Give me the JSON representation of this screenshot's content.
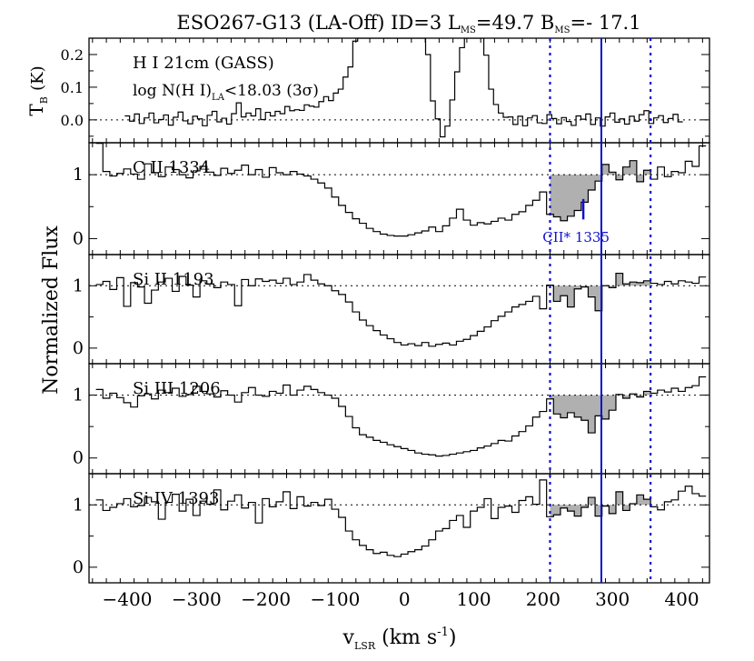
{
  "chart_data": {
    "type": "line",
    "title": {
      "main": "ESO267-G13 (LA-Off) ID=3 L",
      "lsub": "MS",
      "mid": "=49.7 B",
      "bsub": "MS",
      "end": "=- 17.1"
    },
    "xlabel": {
      "main": "v",
      "sub": "LSR",
      "unit": "(km s",
      "exp": "-1",
      "close": ")"
    },
    "ylabel_hi": {
      "main": "T",
      "sub": "B",
      "unit": "(K)"
    },
    "ylabel_flux": "Normalized Flux",
    "xlim": [
      -455,
      440
    ],
    "xticks": [
      -400,
      -300,
      -200,
      -100,
      0,
      100,
      200,
      300,
      400
    ],
    "xtick_labels": [
      "−400",
      "−300",
      "−200",
      "−100",
      "0",
      "100",
      "200",
      "300",
      "400"
    ],
    "integration_range": [
      210,
      355
    ],
    "component_velocity": 284,
    "panels": [
      {
        "id": "hi",
        "label_lines": [
          "H I 21cm (GASS)"
        ],
        "limit_text": {
          "pre": "log N(H I)",
          "sub": "LA",
          "post": "<18.03 (3σ)"
        },
        "ylim": [
          -0.07,
          0.25
        ],
        "yticks": [
          0.0,
          0.1,
          0.2
        ],
        "ytick_labels": [
          "0.0",
          "0.1",
          "0.2"
        ],
        "continuum": 0.0,
        "x": [
          -400,
          -393,
          -386,
          -379,
          -372,
          -365,
          -358,
          -351,
          -344,
          -337,
          -330,
          -323,
          -316,
          -309,
          -302,
          -295,
          -288,
          -281,
          -274,
          -267,
          -260,
          -253,
          -246,
          -239,
          -232,
          -225,
          -218,
          -211,
          -204,
          -197,
          -190,
          -183,
          -176,
          -169,
          -162,
          -155,
          -148,
          -141,
          -134,
          -127,
          -120,
          -113,
          -106,
          -99,
          -92,
          -85,
          -78,
          -71,
          -64,
          -57,
          -50,
          -43,
          -36,
          -29,
          -22,
          -15,
          -8,
          -1,
          6,
          13,
          20,
          27,
          34,
          41,
          48,
          55,
          62,
          69,
          76,
          83,
          90,
          97,
          104,
          111,
          118,
          125,
          132,
          139,
          146,
          153,
          160,
          167,
          174,
          181,
          188,
          195,
          202,
          209,
          216,
          223,
          230,
          237,
          244,
          251,
          258,
          265,
          272,
          279,
          286,
          293,
          300,
          307,
          314,
          321,
          328,
          335,
          342,
          349,
          356,
          363,
          370,
          377,
          384,
          391,
          398
        ],
        "y": [
          0.012,
          -0.004,
          0.018,
          -0.011,
          0.006,
          0.021,
          -0.009,
          0.001,
          0.015,
          -0.016,
          0.008,
          0.024,
          -0.003,
          -0.012,
          0.011,
          0.003,
          -0.018,
          0.014,
          0.026,
          -0.006,
          0.005,
          -0.013,
          0.019,
          0.052,
          0.009,
          0.021,
          0.012,
          0.034,
          0.001,
          0.023,
          0.012,
          0.026,
          0.019,
          0.041,
          0.028,
          0.031,
          0.029,
          0.046,
          0.042,
          0.039,
          0.056,
          0.071,
          0.059,
          0.082,
          0.094,
          0.131,
          0.162,
          0.241,
          0.31,
          0.34,
          0.34,
          0.34,
          0.34,
          0.34,
          0.34,
          0.34,
          0.34,
          0.34,
          0.34,
          0.34,
          0.34,
          0.34,
          0.2,
          0.058,
          0.003,
          -0.052,
          -0.019,
          0.061,
          0.147,
          0.221,
          0.25,
          0.26,
          0.27,
          0.255,
          0.198,
          0.094,
          0.047,
          0.021,
          0.008,
          0.009,
          -0.014,
          0.011,
          -0.018,
          0.006,
          0.013,
          -0.009,
          -0.011,
          0.016,
          0.004,
          -0.012,
          0.007,
          -0.005,
          -0.017,
          0.012,
          0.002,
          0.018,
          -0.014,
          0.006,
          -0.019,
          0.009,
          0.021,
          -0.007,
          0.003,
          -0.013,
          0.011,
          -0.004,
          0.016,
          0.028,
          -0.011,
          0.006,
          0.013,
          -0.008,
          0.004,
          0.017,
          -0.006,
          0.003
        ],
        "shaded": false
      },
      {
        "id": "cii",
        "label_lines": [
          "C II 1334"
        ],
        "ylim": [
          -0.25,
          1.5
        ],
        "yticks": [
          0,
          1
        ],
        "ytick_labels": [
          "0",
          "1"
        ],
        "continuum": 1.0,
        "x": [
          -440,
          -430,
          -420,
          -410,
          -400,
          -390,
          -380,
          -370,
          -360,
          -350,
          -340,
          -330,
          -320,
          -310,
          -300,
          -290,
          -280,
          -270,
          -260,
          -250,
          -240,
          -230,
          -220,
          -210,
          -200,
          -190,
          -180,
          -170,
          -160,
          -150,
          -140,
          -130,
          -120,
          -110,
          -100,
          -90,
          -80,
          -70,
          -60,
          -50,
          -40,
          -30,
          -20,
          -10,
          0,
          10,
          20,
          30,
          40,
          50,
          60,
          70,
          80,
          90,
          100,
          110,
          120,
          130,
          140,
          150,
          160,
          170,
          180,
          190,
          200,
          210,
          220,
          230,
          240,
          250,
          260,
          270,
          280,
          290,
          300,
          310,
          320,
          330,
          340,
          350,
          360,
          370,
          380,
          390,
          400,
          410,
          420,
          430
        ],
        "y": [
          1.49,
          1.05,
          0.98,
          1.02,
          1.09,
          1.01,
          0.93,
          1.17,
          1.03,
          0.97,
          1.12,
          1.08,
          1.0,
          0.95,
          1.06,
          1.13,
          1.04,
          0.99,
          1.1,
          1.02,
          1.07,
          1.15,
          1.0,
          1.08,
          0.96,
          1.11,
          1.03,
          1.0,
          1.05,
          1.01,
          0.98,
          0.93,
          0.87,
          0.79,
          0.65,
          0.52,
          0.41,
          0.31,
          0.24,
          0.16,
          0.11,
          0.07,
          0.05,
          0.04,
          0.04,
          0.06,
          0.09,
          0.12,
          0.18,
          0.11,
          0.2,
          0.32,
          0.46,
          0.29,
          0.21,
          0.25,
          0.23,
          0.27,
          0.32,
          0.29,
          0.38,
          0.42,
          0.52,
          0.6,
          0.73,
          0.38,
          0.34,
          0.28,
          0.35,
          0.44,
          0.57,
          0.76,
          0.9,
          1.16,
          1.04,
          0.92,
          1.12,
          1.22,
          0.89,
          1.07,
          0.93,
          1.12,
          0.97,
          1.05,
          1.03,
          1.21,
          1.13,
          1.45
        ],
        "shaded": true,
        "annotation": {
          "text": "CII* 1335",
          "velocity": 258
        }
      },
      {
        "id": "siii",
        "label_lines": [
          "Si II 1193"
        ],
        "ylim": [
          -0.25,
          1.5
        ],
        "yticks": [
          0,
          1
        ],
        "ytick_labels": [
          "0",
          "1"
        ],
        "continuum": 1.0,
        "x": [
          -440,
          -430,
          -420,
          -410,
          -400,
          -390,
          -380,
          -370,
          -360,
          -350,
          -340,
          -330,
          -320,
          -310,
          -300,
          -290,
          -280,
          -270,
          -260,
          -250,
          -240,
          -230,
          -220,
          -210,
          -200,
          -190,
          -180,
          -170,
          -160,
          -150,
          -140,
          -130,
          -120,
          -110,
          -100,
          -90,
          -80,
          -70,
          -60,
          -50,
          -40,
          -30,
          -20,
          -10,
          0,
          10,
          20,
          30,
          40,
          50,
          60,
          70,
          80,
          90,
          100,
          110,
          120,
          130,
          140,
          150,
          160,
          170,
          180,
          190,
          200,
          210,
          220,
          230,
          240,
          250,
          260,
          270,
          280,
          290,
          300,
          310,
          320,
          330,
          340,
          350,
          360,
          370,
          380,
          390,
          400,
          410,
          420,
          430
        ],
        "y": [
          1.02,
          1.07,
          0.94,
          1.13,
          0.67,
          1.05,
          0.98,
          0.72,
          0.93,
          1.06,
          1.12,
          0.91,
          1.15,
          1.01,
          0.82,
          1.08,
          1.03,
          0.97,
          1.06,
          1.02,
          0.68,
          1.1,
          1.0,
          1.11,
          1.07,
          1.09,
          1.04,
          1.12,
          1.02,
          1.06,
          1.18,
          1.09,
          1.03,
          1.0,
          0.92,
          0.86,
          0.74,
          0.58,
          0.45,
          0.36,
          0.28,
          0.21,
          0.15,
          0.09,
          0.05,
          0.07,
          0.04,
          0.09,
          0.03,
          0.06,
          0.08,
          0.05,
          0.11,
          0.14,
          0.2,
          0.27,
          0.34,
          0.44,
          0.51,
          0.58,
          0.66,
          0.7,
          0.75,
          0.83,
          0.63,
          1.01,
          0.75,
          0.84,
          0.66,
          0.95,
          0.98,
          0.82,
          0.6,
          1.0,
          0.97,
          1.2,
          1.03,
          1.06,
          1.05,
          1.08,
          1.04,
          1.02,
          1.07,
          1.03,
          1.08,
          1.06,
          1.04,
          1.14
        ],
        "shaded": true
      },
      {
        "id": "siiii",
        "label_lines": [
          "Si III 1206"
        ],
        "ylim": [
          -0.25,
          1.5
        ],
        "yticks": [
          0,
          1
        ],
        "ytick_labels": [
          "0",
          "1"
        ],
        "continuum": 1.0,
        "x": [
          -440,
          -430,
          -420,
          -410,
          -400,
          -390,
          -380,
          -370,
          -360,
          -350,
          -340,
          -330,
          -320,
          -310,
          -300,
          -290,
          -280,
          -270,
          -260,
          -250,
          -240,
          -230,
          -220,
          -210,
          -200,
          -190,
          -180,
          -170,
          -160,
          -150,
          -140,
          -130,
          -120,
          -110,
          -100,
          -90,
          -80,
          -70,
          -60,
          -50,
          -40,
          -30,
          -20,
          -10,
          0,
          10,
          20,
          30,
          40,
          50,
          60,
          70,
          80,
          90,
          100,
          110,
          120,
          130,
          140,
          150,
          160,
          170,
          180,
          190,
          200,
          210,
          220,
          230,
          240,
          250,
          260,
          270,
          280,
          290,
          300,
          310,
          320,
          330,
          340,
          350,
          360,
          370,
          380,
          390,
          400,
          410,
          420,
          430
        ],
        "y": [
          1.09,
          0.95,
          1.03,
          0.96,
          0.88,
          0.81,
          0.99,
          1.02,
          0.94,
          1.08,
          1.04,
          1.11,
          0.98,
          1.01,
          1.14,
          1.06,
          1.02,
          0.97,
          1.07,
          1.0,
          0.89,
          1.04,
          1.12,
          1.0,
          0.98,
          1.06,
          1.03,
          1.16,
          1.0,
          1.08,
          1.14,
          1.09,
          1.04,
          1.0,
          0.95,
          0.82,
          0.66,
          0.48,
          0.37,
          0.33,
          0.28,
          0.25,
          0.21,
          0.18,
          0.15,
          0.12,
          0.08,
          0.06,
          0.05,
          0.03,
          0.04,
          0.06,
          0.08,
          0.1,
          0.12,
          0.16,
          0.19,
          0.23,
          0.28,
          0.27,
          0.35,
          0.42,
          0.51,
          0.65,
          0.74,
          0.94,
          0.7,
          0.64,
          0.72,
          0.65,
          0.6,
          0.4,
          0.67,
          0.62,
          0.76,
          1.01,
          0.95,
          1.02,
          0.97,
          1.06,
          1.03,
          1.08,
          1.05,
          1.11,
          1.06,
          1.12,
          1.15,
          1.29
        ],
        "shaded": true
      },
      {
        "id": "siiv",
        "label_lines": [
          "Si IV 1393"
        ],
        "ylim": [
          -0.25,
          1.5
        ],
        "yticks": [
          0,
          1
        ],
        "ytick_labels": [
          "0",
          "1"
        ],
        "continuum": 1.0,
        "x": [
          -440,
          -430,
          -420,
          -410,
          -400,
          -390,
          -380,
          -370,
          -360,
          -350,
          -340,
          -330,
          -320,
          -310,
          -300,
          -290,
          -280,
          -270,
          -260,
          -250,
          -240,
          -230,
          -220,
          -210,
          -200,
          -190,
          -180,
          -170,
          -160,
          -150,
          -140,
          -130,
          -120,
          -110,
          -100,
          -90,
          -80,
          -70,
          -60,
          -50,
          -40,
          -30,
          -20,
          -10,
          0,
          10,
          20,
          30,
          40,
          50,
          60,
          70,
          80,
          90,
          100,
          110,
          120,
          130,
          140,
          150,
          160,
          170,
          180,
          190,
          200,
          210,
          220,
          230,
          240,
          250,
          260,
          270,
          280,
          290,
          300,
          310,
          320,
          330,
          340,
          350,
          360,
          370,
          380,
          390,
          400,
          410,
          420,
          430
        ],
        "y": [
          1.08,
          0.91,
          0.96,
          1.02,
          1.1,
          0.97,
          0.99,
          1.12,
          1.05,
          0.77,
          1.04,
          1.17,
          0.9,
          1.09,
          0.83,
          1.06,
          1.01,
          1.24,
          0.92,
          1.06,
          1.16,
          0.95,
          1.04,
          0.71,
          1.1,
          0.97,
          1.05,
          1.21,
          0.94,
          1.13,
          0.98,
          1.04,
          0.99,
          1.09,
          0.93,
          0.8,
          0.58,
          0.44,
          0.35,
          0.28,
          0.22,
          0.24,
          0.19,
          0.17,
          0.21,
          0.25,
          0.28,
          0.34,
          0.44,
          0.58,
          0.62,
          0.75,
          0.83,
          0.64,
          0.9,
          0.96,
          1.1,
          0.78,
          0.96,
          0.98,
          0.88,
          1.07,
          1.13,
          1.01,
          1.4,
          0.81,
          0.84,
          0.95,
          0.9,
          0.82,
          0.96,
          1.12,
          0.82,
          0.98,
          0.86,
          1.21,
          0.91,
          1.02,
          1.16,
          1.09,
          0.97,
          0.92,
          1.05,
          1.08,
          1.22,
          1.3,
          1.18,
          1.14
        ],
        "shaded": true
      }
    ]
  }
}
